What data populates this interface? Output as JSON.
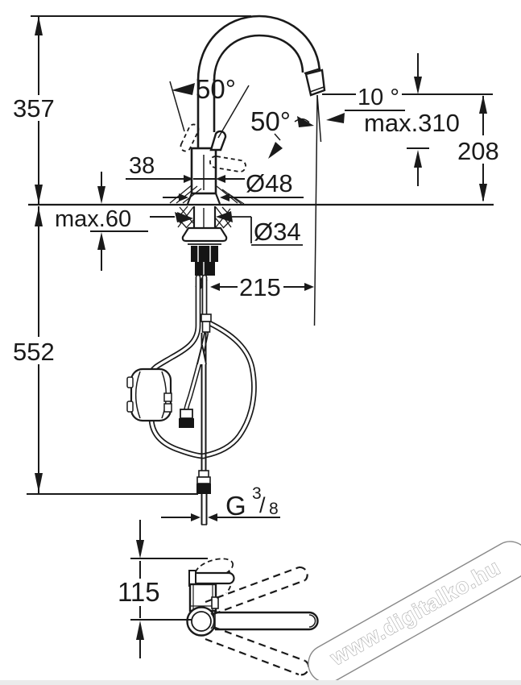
{
  "page": {
    "background": "#ffffff",
    "line_color": "#1a1a1a",
    "footer_strip_color": "#ebebeb"
  },
  "dimensions": {
    "total_height": "357",
    "spout_angle_upper": "50°",
    "handle_angle": "50°",
    "outlet_angle": "10 °",
    "max_height": "max.310",
    "outlet_height": "208",
    "body_width": "38",
    "base_diameter": "Ø48",
    "max_deck_thickness": "max.60",
    "shank_diameter": "Ø34",
    "spout_reach": "215",
    "hose_length": "552",
    "spout_offset": "115",
    "thread_g": "G",
    "thread_numerator": "3",
    "thread_slash": "/",
    "thread_denominator": "8"
  },
  "watermark": {
    "text": "www.digitalko.hu",
    "fill": "#ffffff",
    "outline": "#b0b0b0"
  }
}
